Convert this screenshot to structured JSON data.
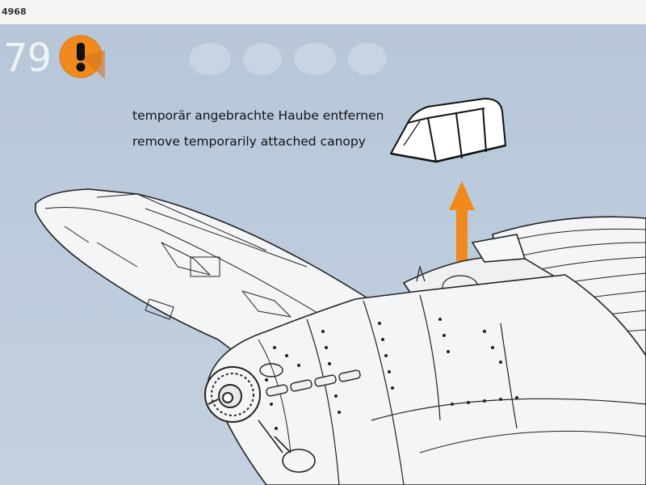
{
  "page": {
    "code": "4968",
    "step_number": "79",
    "warning_icon": "exclamation-warning-icon",
    "accent_color": "#f08a1c",
    "background_color": "#bac8d9"
  },
  "instruction": {
    "german": "temporär angebrachte Haube entfernen",
    "english": "remove temporarily attached canopy"
  },
  "illustration": {
    "subject": "aircraft-fuselage-wing-drawing",
    "canopy_icon": "canopy-part-icon",
    "arrow_icon": "up-arrow-icon"
  }
}
